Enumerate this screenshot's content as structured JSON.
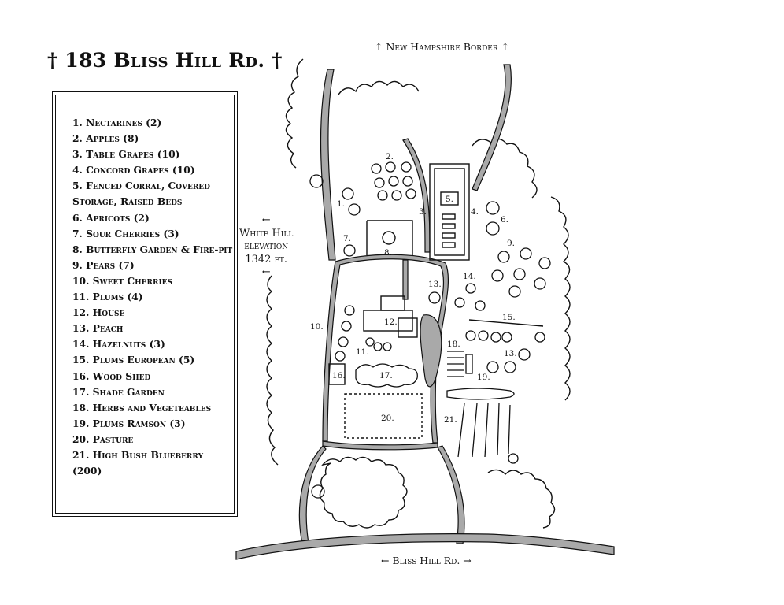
{
  "title": "† 183 Bliss Hill Rd. †",
  "legend": [
    "1. Nectarines (2)",
    "2. Apples (8)",
    "3. Table Grapes (10)",
    "4. Concord Grapes (10)",
    "5. Fenced Corral, Covered Storage, Raised Beds",
    "6. Apricots (2)",
    "7. Sour Cherries (3)",
    "8. Butterfly Garden & Fire-pit",
    "9. Pears (7)",
    "10. Sweet Cherries",
    "11. Plums (4)",
    "12. House",
    "13. Peach",
    "14. Hazelnuts (3)",
    "15. Plums European (5)",
    "16. Wood Shed",
    "17. Shade Garden",
    "18. Herbs and Vegeteables",
    "19. Plums Ramson (3)",
    "20. Pasture",
    "21. High Bush Blueberry (200)"
  ],
  "labels": {
    "top_border": "↑ New Hampshire Border ↑",
    "bottom_road": "← Bliss Hill Rd. →",
    "white_hill": {
      "arrow": "←",
      "name": "White Hill",
      "elevation": "elevation",
      "height": "1342 ft.",
      "arrow2": "←"
    }
  },
  "map_labels": [
    "1.",
    "2.",
    "3.",
    "4.",
    "5.",
    "6.",
    "7.",
    "8.",
    "9.",
    "10.",
    "11.",
    "12.",
    "13.",
    "13.",
    "14.",
    "15.",
    "16.",
    "17.",
    "18.",
    "19.",
    "20.",
    "21."
  ],
  "colors": {
    "road": "#a9a9a9",
    "ink": "#111111",
    "background": "#ffffff"
  }
}
